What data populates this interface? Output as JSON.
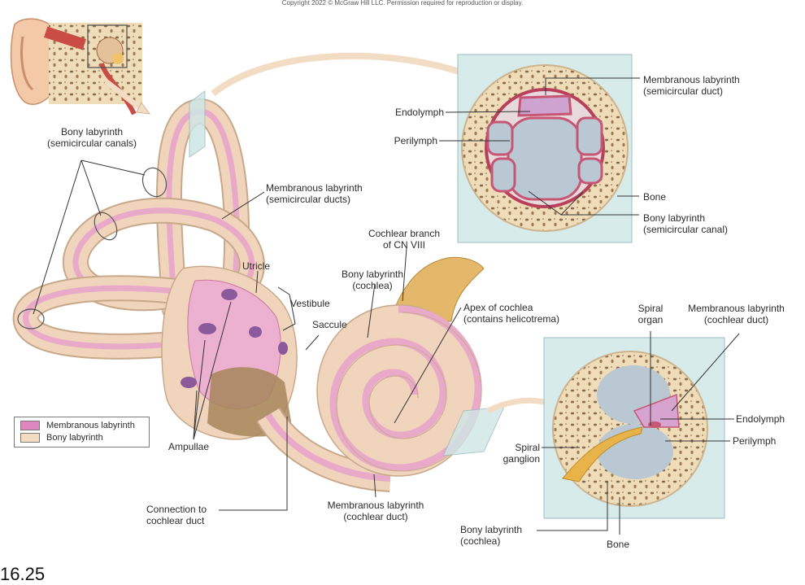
{
  "copyright": "Copyright 2022 © McGraw Hill LLC. Permission required for reproduction or display.",
  "figure_number": "16.25",
  "colors": {
    "membranous": "#e9a7c8",
    "bony": "#f3dcc2",
    "fluid": "#b9c8d3",
    "panel": "#d7ebeb"
  },
  "legend": [
    {
      "label": "Membranous labyrinth",
      "color": "#de86bd"
    },
    {
      "label": "Bony labyrinth",
      "color": "#f3dcc2"
    }
  ],
  "labels": {
    "bony_semicircular": [
      "Bony labyrinth",
      "(semicircular canals)"
    ],
    "memb_semicircular_ducts": [
      "Membranous labyrinth",
      "(semicircular ducts)"
    ],
    "utricle": "Utricle",
    "vestibule": "Vestibule",
    "saccule": "Saccule",
    "cochlear_branch": [
      "Cochlear branch",
      "of CN VIII"
    ],
    "bony_cochlea": [
      "Bony labyrinth",
      "(cochlea)"
    ],
    "apex": [
      "Apex of cochlea",
      "(contains helicotrema)"
    ],
    "ampullae": "Ampullae",
    "connection": [
      "Connection to",
      "cochlear duct"
    ],
    "memb_cochlear_duct_bottom": [
      "Membranous labyrinth",
      "(cochlear duct)"
    ],
    "panel1_endolymph": "Endolymph",
    "panel1_perilymph": "Perilymph",
    "panel1_memb": [
      "Membranous labyrinth",
      "(semicircular duct)"
    ],
    "panel1_bone": "Bone",
    "panel1_bony": [
      "Bony labyrinth",
      "(semicircular canal)"
    ],
    "spiral_organ": [
      "Spiral",
      "organ"
    ],
    "panel2_memb": [
      "Membranous labyrinth",
      "(cochlear duct)"
    ],
    "panel2_endolymph": "Endolymph",
    "panel2_perilymph": "Perilymph",
    "spiral_ganglion": [
      "Spiral",
      "ganglion"
    ],
    "panel2_bony": [
      "Bony labyrinth",
      "(cochlea)"
    ],
    "panel2_bone": "Bone"
  }
}
